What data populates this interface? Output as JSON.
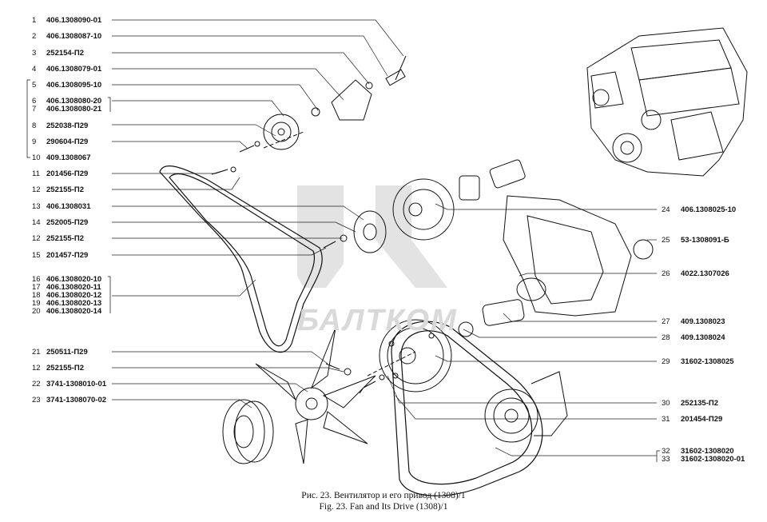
{
  "callouts_left": [
    {
      "num": "1",
      "part": "406.1308090-01"
    },
    {
      "num": "2",
      "part": "406.1308087-10"
    },
    {
      "num": "3",
      "part": "252154-П2"
    },
    {
      "num": "4",
      "part": "406.1308079-01"
    },
    {
      "num": "5",
      "part": "406.1308095-10"
    },
    {
      "num": "6",
      "part": "406.1308080-20"
    },
    {
      "num": "7",
      "part": "406.1308080-21"
    },
    {
      "num": "8",
      "part": "252038-П29"
    },
    {
      "num": "9",
      "part": "290604-П29"
    },
    {
      "num": "10",
      "part": "409.1308067"
    },
    {
      "num": "11",
      "part": "201456-П29"
    },
    {
      "num": "12",
      "part": "252155-П2"
    },
    {
      "num": "13",
      "part": "406.1308031"
    },
    {
      "num": "14",
      "part": "252005-П29"
    },
    {
      "num": "12",
      "part": "252155-П2"
    },
    {
      "num": "15",
      "part": "201457-П29"
    },
    {
      "num": "16",
      "part": "406.1308020-10"
    },
    {
      "num": "17",
      "part": "406.1308020-11"
    },
    {
      "num": "18",
      "part": "406.1308020-12"
    },
    {
      "num": "19",
      "part": "406.1308020-13"
    },
    {
      "num": "20",
      "part": "406.1308020-14"
    },
    {
      "num": "21",
      "part": "250511-П29"
    },
    {
      "num": "12",
      "part": "252155-П2"
    },
    {
      "num": "22",
      "part": "3741-1308010-01"
    },
    {
      "num": "23",
      "part": "3741-1308070-02"
    }
  ],
  "callouts_right": [
    {
      "num": "24",
      "part": "406.1308025-10"
    },
    {
      "num": "25",
      "part": "53-1308091-Б"
    },
    {
      "num": "26",
      "part": "4022.1307026"
    },
    {
      "num": "27",
      "part": "409.1308023"
    },
    {
      "num": "28",
      "part": "409.1308024"
    },
    {
      "num": "29",
      "part": "31602-1308025"
    },
    {
      "num": "30",
      "part": "252135-П2"
    },
    {
      "num": "31",
      "part": "201454-П29"
    },
    {
      "num": "32",
      "part": "31602-1308020"
    },
    {
      "num": "33",
      "part": "31602-1308020-01"
    }
  ],
  "watermark": "БАЛТКОМ",
  "caption_ru": "Рис. 23. Вентилятор и его привод (1308)/1",
  "caption_en": "Fig. 23. Fan and Its Drive (1308)/1",
  "colors": {
    "ink": "#111111",
    "watermark": "#d9d9d9"
  }
}
